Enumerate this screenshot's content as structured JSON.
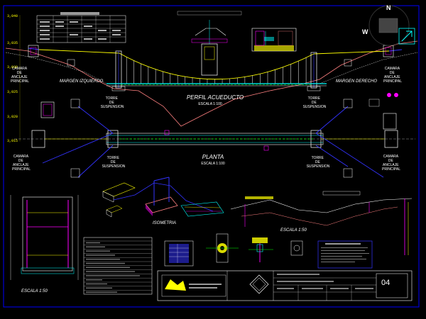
{
  "viewer": {
    "compass": {
      "n": "N",
      "w": "W"
    }
  },
  "elevation_ticks": [
    "3,040",
    "3,035",
    "3,030",
    "3,025",
    "3,020",
    "3,015"
  ],
  "profile": {
    "title": "PERFIL ACUEDUCTO",
    "scale": "ESCALA 1:100",
    "left_chamber": [
      "CAMARA",
      "DE",
      "ANCLAJE",
      "PRINCIPAL"
    ],
    "right_chamber": [
      "CAMARA",
      "DE",
      "ANCLAJE",
      "PRINCIPAL"
    ],
    "left_margin": "MARGEN IZQUIERDO",
    "right_margin": "MARGEN DERECHO",
    "left_tower": [
      "TORRE",
      "DE",
      "SUSPENSION"
    ],
    "right_tower": [
      "TORRE",
      "DE",
      "SUSPENSION"
    ]
  },
  "plan": {
    "title": "PLANTA",
    "scale": "ESCALA 1:100",
    "left_chamber": [
      "CAMARA",
      "DE",
      "ANCLAJE",
      "PRINCIPAL"
    ],
    "right_chamber": [
      "CAMARA",
      "DE",
      "ANCLAJE",
      "PRINCIPAL"
    ],
    "left_tower": [
      "TORRE",
      "DE",
      "SUSPENSION"
    ],
    "right_tower": [
      "TORRE",
      "DE",
      "SUSPENSION"
    ]
  },
  "details": {
    "isometric_label": "ISOMETRIA",
    "left_scale": "ESCALA 1:50",
    "right_scale": "ESCALA 1:50"
  },
  "title_block": {
    "sheet_number": "04"
  },
  "colors": {
    "background": "#000000",
    "cable": "#ffff00",
    "pipe": "#00ffff",
    "hangers": "#ffffff",
    "structure_blue": "#3333ff",
    "terrain": "#ff8080",
    "frame": "#0000ff",
    "accent_magenta": "#ff00ff",
    "accent_green": "#00ff00"
  }
}
